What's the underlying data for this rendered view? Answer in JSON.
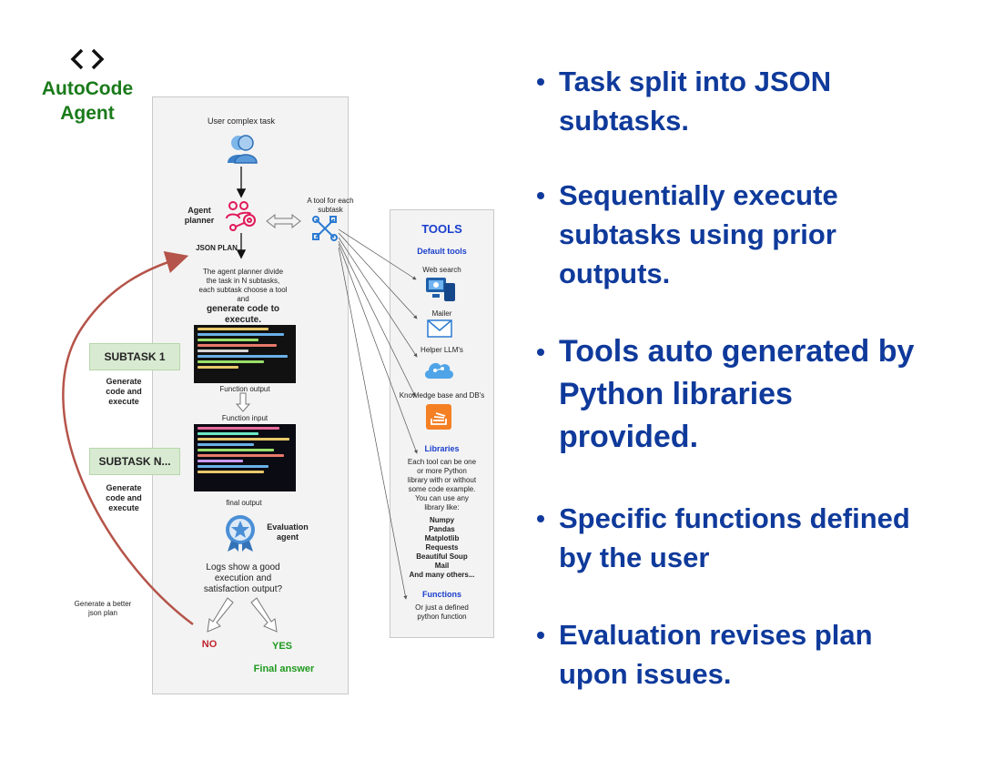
{
  "brand": {
    "icon": "code-brackets-icon",
    "title_line1": "AutoCode",
    "title_line2": "Agent"
  },
  "flow": {
    "user_task": "User complex task",
    "agent_planner_line1": "Agent",
    "agent_planner_line2": "planner",
    "json_plan": "JSON PLAN",
    "tool_note_line1": "A tool for each",
    "tool_note_line2": "subtask",
    "planner_desc_lines": [
      "The agent planner divide",
      "the task in N subtasks,",
      "each subtask choose a tool",
      "and"
    ],
    "planner_desc_bold": [
      "generate code to",
      "execute."
    ],
    "subtask1": "SUBTASK 1",
    "subtask1_desc": [
      "Generate",
      "code and",
      "execute"
    ],
    "function_output": "Function output",
    "function_input": "Function input",
    "subtaskN": "SUBTASK N...",
    "subtaskN_desc": [
      "Generate",
      "code and",
      "execute"
    ],
    "final_output": "final output",
    "evaluation_line1": "Evaluation",
    "evaluation_line2": "agent",
    "logs_question": [
      "Logs show a good",
      "execution and",
      "satisfaction output?"
    ],
    "better_plan": [
      "Generate a better",
      "json plan"
    ],
    "no": "NO",
    "yes": "YES",
    "final_answer": "Final answer"
  },
  "tools": {
    "title": "TOOLS",
    "default_tools": "Default tools",
    "items": [
      "Web search",
      "Mailer",
      "Helper LLM's",
      "Knowledge base and DB's"
    ],
    "libraries_title": "Libraries",
    "libraries_desc": [
      "Each tool can be one",
      "or more Python",
      "library with or without",
      "some code example.",
      "You can use any",
      "library like:"
    ],
    "library_list": [
      "Numpy",
      "Pandas",
      "Matplotlib",
      "Requests",
      "Beautiful Soup",
      "Mail",
      "And many others..."
    ],
    "functions_title": "Functions",
    "functions_desc": [
      "Or just a defined",
      "python function"
    ]
  },
  "bullets": [
    [
      "Task split into JSON",
      "subtasks."
    ],
    [
      "Sequentially execute",
      "subtasks using prior",
      "outputs."
    ],
    [
      "Tools auto generated by",
      "Python libraries",
      "provided."
    ],
    [
      "Specific functions defined",
      "by the user"
    ],
    [
      "Evaluation revises plan",
      "upon issues."
    ]
  ],
  "colors": {
    "bullet": "#0f3a9b",
    "brand": "#1a7a1a",
    "no": "#c0262e",
    "yes": "#1f9a1f",
    "tools_blue": "#1a3fcc",
    "loop_arrow": "#b5544a"
  }
}
